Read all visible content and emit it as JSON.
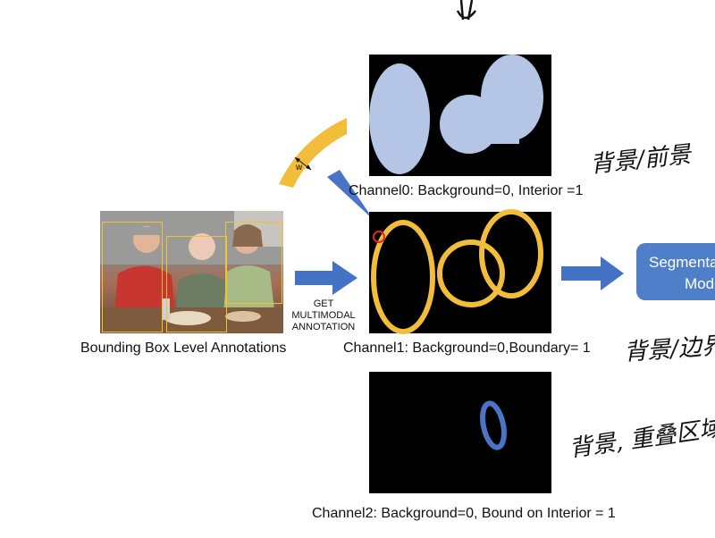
{
  "photo": {
    "caption": "Bounding Box Level Annotations"
  },
  "arrow_left": {
    "label_lines": [
      "GET",
      "MULTIMODAL",
      "ANNOTATION"
    ]
  },
  "channels": [
    {
      "caption": "Channel0: Background=0, Interior =1"
    },
    {
      "caption": "Channel1: Background=0,Boundary= 1"
    },
    {
      "caption": "Channel2: Background=0, Bound on Interior = 1"
    }
  ],
  "segmentation_box": {
    "line1": "Segmenta",
    "line2": "Mode"
  },
  "handwritten_notes": [
    {
      "text": "背景/前景"
    },
    {
      "text": "背景/边界"
    },
    {
      "text": "背景, 重叠区域"
    }
  ],
  "width_marker": {
    "text": "w"
  },
  "colors": {
    "interior_fill": "#b4c5e6",
    "boundary_stroke": "#f3bd3c",
    "overlap_stroke": "#4a74c8",
    "arrow_blue": "#4472c4",
    "bbox_yellow": "#f1c232",
    "highlight_red": "#e0262b"
  }
}
